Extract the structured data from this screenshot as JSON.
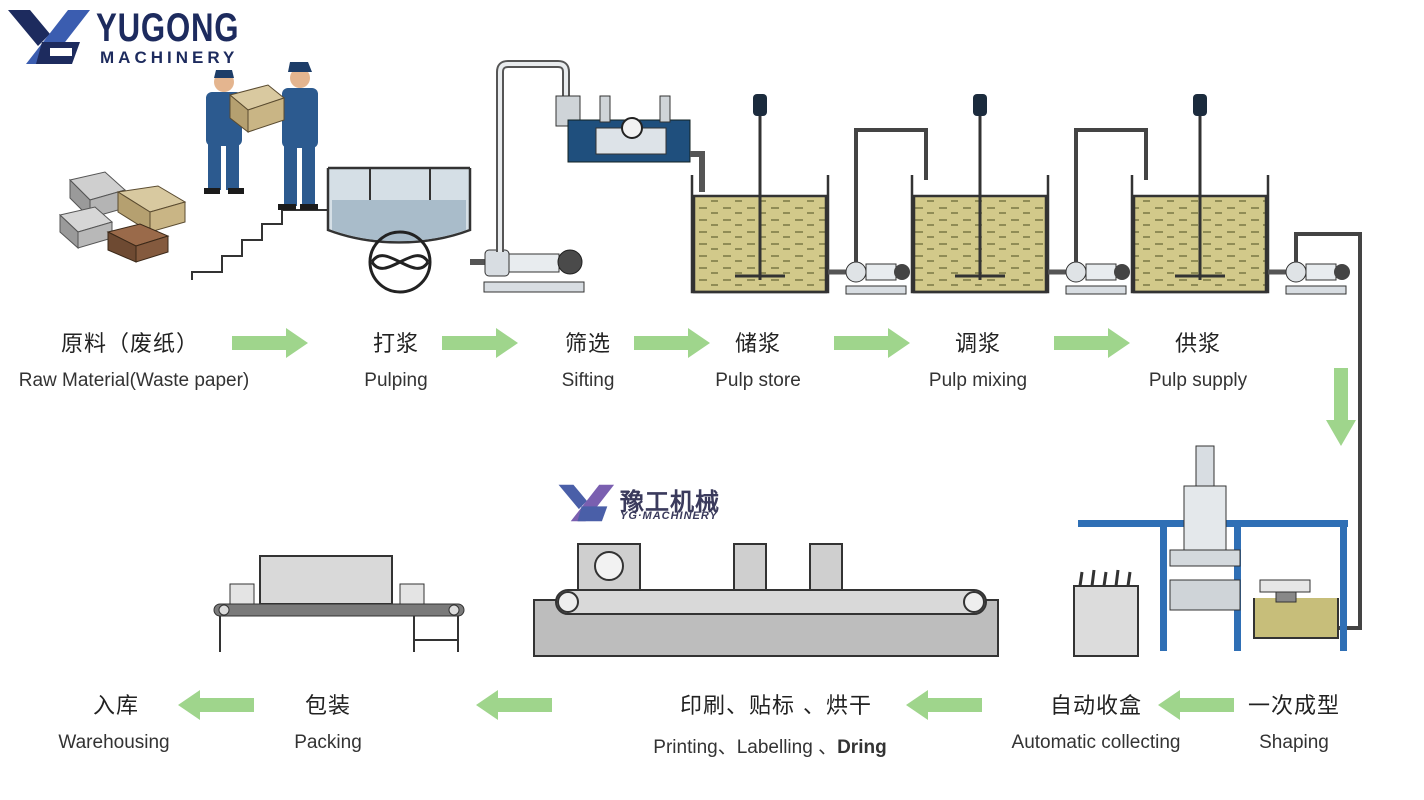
{
  "logo": {
    "brand": "YUGONG",
    "subtitle": "MACHINERY"
  },
  "watermark": {
    "zh": "豫工机械",
    "en": "YG·MACHINERY"
  },
  "colors": {
    "navy": "#1d2b5e",
    "blue": "#2f6fb5",
    "arrow_green": "#9fd58c",
    "pulp": "#c9c07a",
    "grey": "#b8b8b8",
    "water": "#c9d6df"
  },
  "steps": [
    {
      "zh": "原料（废纸）",
      "en": "Raw Material(Waste paper)"
    },
    {
      "zh": "打浆",
      "en": "Pulping"
    },
    {
      "zh": "筛选",
      "en": "Sifting"
    },
    {
      "zh": "储浆",
      "en": "Pulp store"
    },
    {
      "zh": "调浆",
      "en": "Pulp mixing"
    },
    {
      "zh": "供浆",
      "en": "Pulp supply"
    },
    {
      "zh": "一次成型",
      "en": "Shaping"
    },
    {
      "zh": "自动收盒",
      "en": "Automatic collecting"
    },
    {
      "zh": "印刷、贴标 、烘干",
      "en_a": "Printing、Labelling 、",
      "en_b": "Dring"
    },
    {
      "zh": "包装",
      "en": "Packing"
    },
    {
      "zh": "入库",
      "en": "Warehousing"
    }
  ]
}
